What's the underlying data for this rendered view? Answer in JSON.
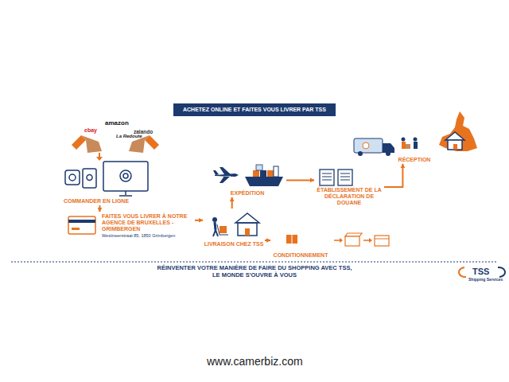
{
  "diagram": {
    "title": "ACHETEZ ONLINE ET FAITES VOUS LIVRER PAR TSS",
    "caption": "RÉINVENTER VOTRE MANIÈRE DE FAIRE DU SHOPPING AVEC TSS, LE MONDE S'OUVRE À VOUS",
    "nodes": [
      {
        "text": [
          "COMMANDER EN LIGNE"
        ]
      },
      {
        "text": [
          "FAITES VOUS LIVRER À NOTRE AGENCE DE BRUXELLES - GRIMBERGEN",
          "Westmeerstraat 85, 1850 Grimbergen"
        ]
      },
      {
        "text": [
          "LIVRAISON CHEZ TSS"
        ]
      },
      {
        "text": [
          "EXPÉDITION"
        ]
      },
      {
        "text": [
          "ÉTABLISSEMENT DE LA DÉCLARATION DE DOUANE"
        ]
      },
      {
        "text": [
          "RÉCEPTION"
        ]
      },
      {
        "text": [
          "CONDITIONNEMENT"
        ]
      }
    ],
    "edges": [
      {
        "from": 0,
        "to": 1,
        "arrow": "to"
      },
      {
        "from": 1,
        "to": 2,
        "arrow": "to"
      },
      {
        "from": 2,
        "to": 3,
        "arrow": "to"
      },
      {
        "from": 3,
        "to": 4,
        "arrow": "to"
      },
      {
        "from": 4,
        "to": 5,
        "arrow": "to"
      },
      {
        "from": 2,
        "to": 6,
        "arrow": "to"
      }
    ],
    "labels": [
      "amazon",
      "zalando",
      "ebay",
      "La Redoute",
      "TSS",
      "Shipping Services",
      "www.camerbiz.com"
    ]
  }
}
